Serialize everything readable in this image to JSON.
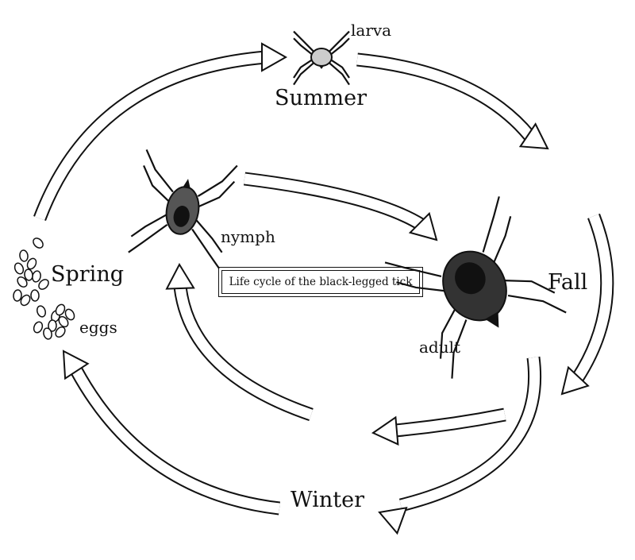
{
  "title": "Life cycle of the black-legged tick",
  "seasons": {
    "summer": "Summer",
    "fall": "Fall",
    "winter": "Winter",
    "spring": "Spring"
  },
  "stages": {
    "larva": "larva",
    "nymph": "nymph",
    "adult": "adult",
    "eggs": "eggs"
  }
}
